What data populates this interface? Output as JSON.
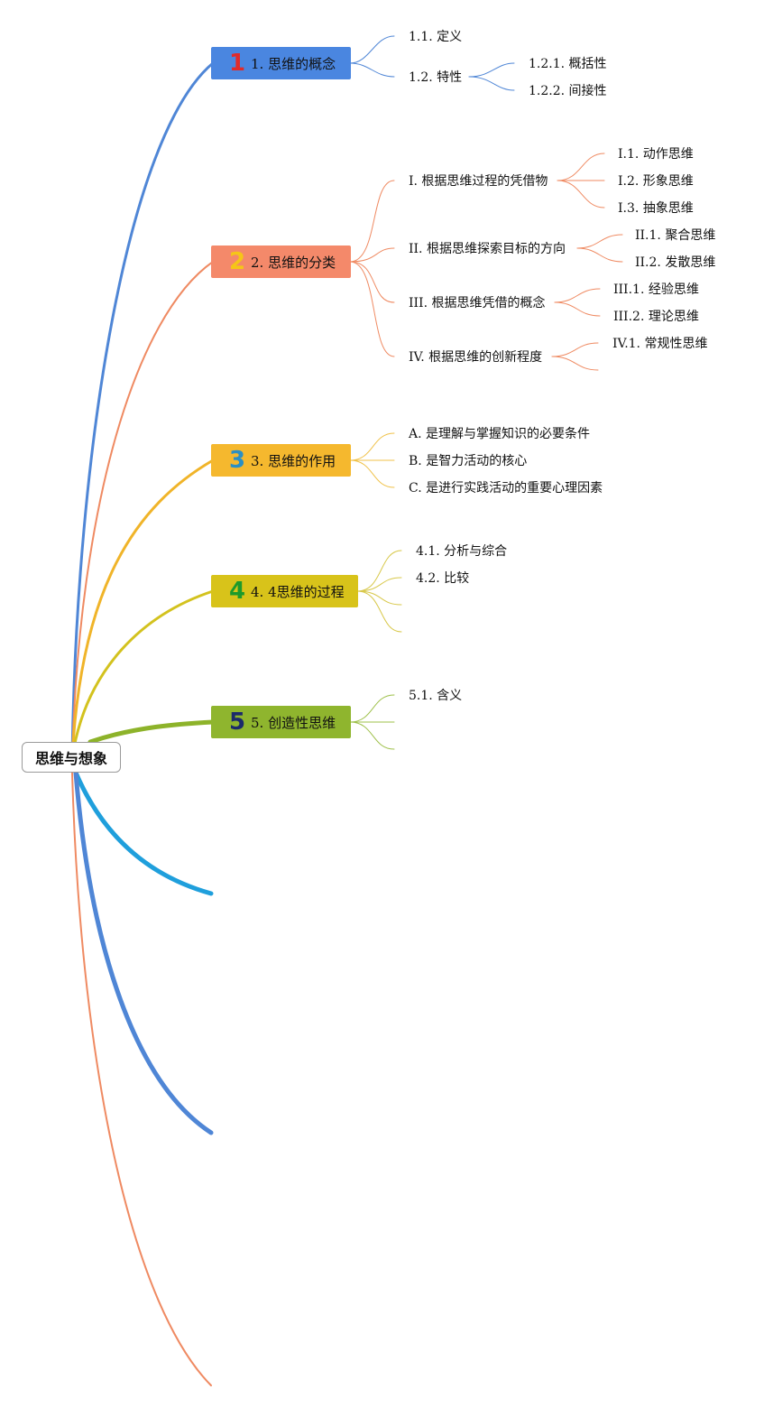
{
  "root": {
    "label": "思维与想象"
  },
  "colors": {
    "blue": "#4f86d6",
    "orange": "#ef8a62",
    "amber": "#f0b429",
    "olive": "#d3c21e",
    "green": "#8db32a",
    "cyan": "#1f9fdc",
    "topic1_bg": "#4a86e0",
    "topic2_bg": "#f4896a",
    "topic3_bg": "#f5b82e",
    "topic4_bg": "#d8c31a",
    "topic5_bg": "#8fb52e"
  },
  "topics": [
    {
      "num": "1",
      "num_color": "#e02b2b",
      "label": "1. 思维的概念"
    },
    {
      "num": "2",
      "num_color": "#f5c518",
      "label": "2. 思维的分类"
    },
    {
      "num": "3",
      "num_color": "#2a8fc4",
      "label": "3. 思维的作用"
    },
    {
      "num": "4",
      "num_color": "#1d9a2b",
      "label": "4. 4思维的过程"
    },
    {
      "num": "5",
      "num_color": "#1b2a6b",
      "label": "5. 创造性思维"
    }
  ],
  "t1": {
    "s1": "1.1. 定义",
    "s2": "1.2. 特性",
    "s2_children": [
      "1.2.1. 概括性",
      "1.2.2. 间接性"
    ]
  },
  "t2": {
    "s1": "I. 根据思维过程的凭借物",
    "s1_children": [
      "I.1. 动作思维",
      "I.2. 形象思维",
      "I.3. 抽象思维"
    ],
    "s2": "II. 根据思维探索目标的方向",
    "s2_children": [
      "II.1. 聚合思维",
      "II.2. 发散思维"
    ],
    "s3": "III. 根据思维凭借的概念",
    "s3_children": [
      "III.1. 经验思维",
      "III.2. 理论思维"
    ],
    "s4": "IV. 根据思维的创新程度",
    "s4_children": [
      "IV.1. 常规性思维"
    ]
  },
  "t3": {
    "items": [
      "A. 是理解与掌握知识的必要条件",
      "B. 是智力活动的核心",
      "C. 是进行实践活动的重要心理因素"
    ]
  },
  "t4": {
    "items": [
      "4.1. 分析与综合",
      "4.2. 比较"
    ]
  },
  "t5": {
    "items": [
      "5.1. 含义"
    ]
  }
}
